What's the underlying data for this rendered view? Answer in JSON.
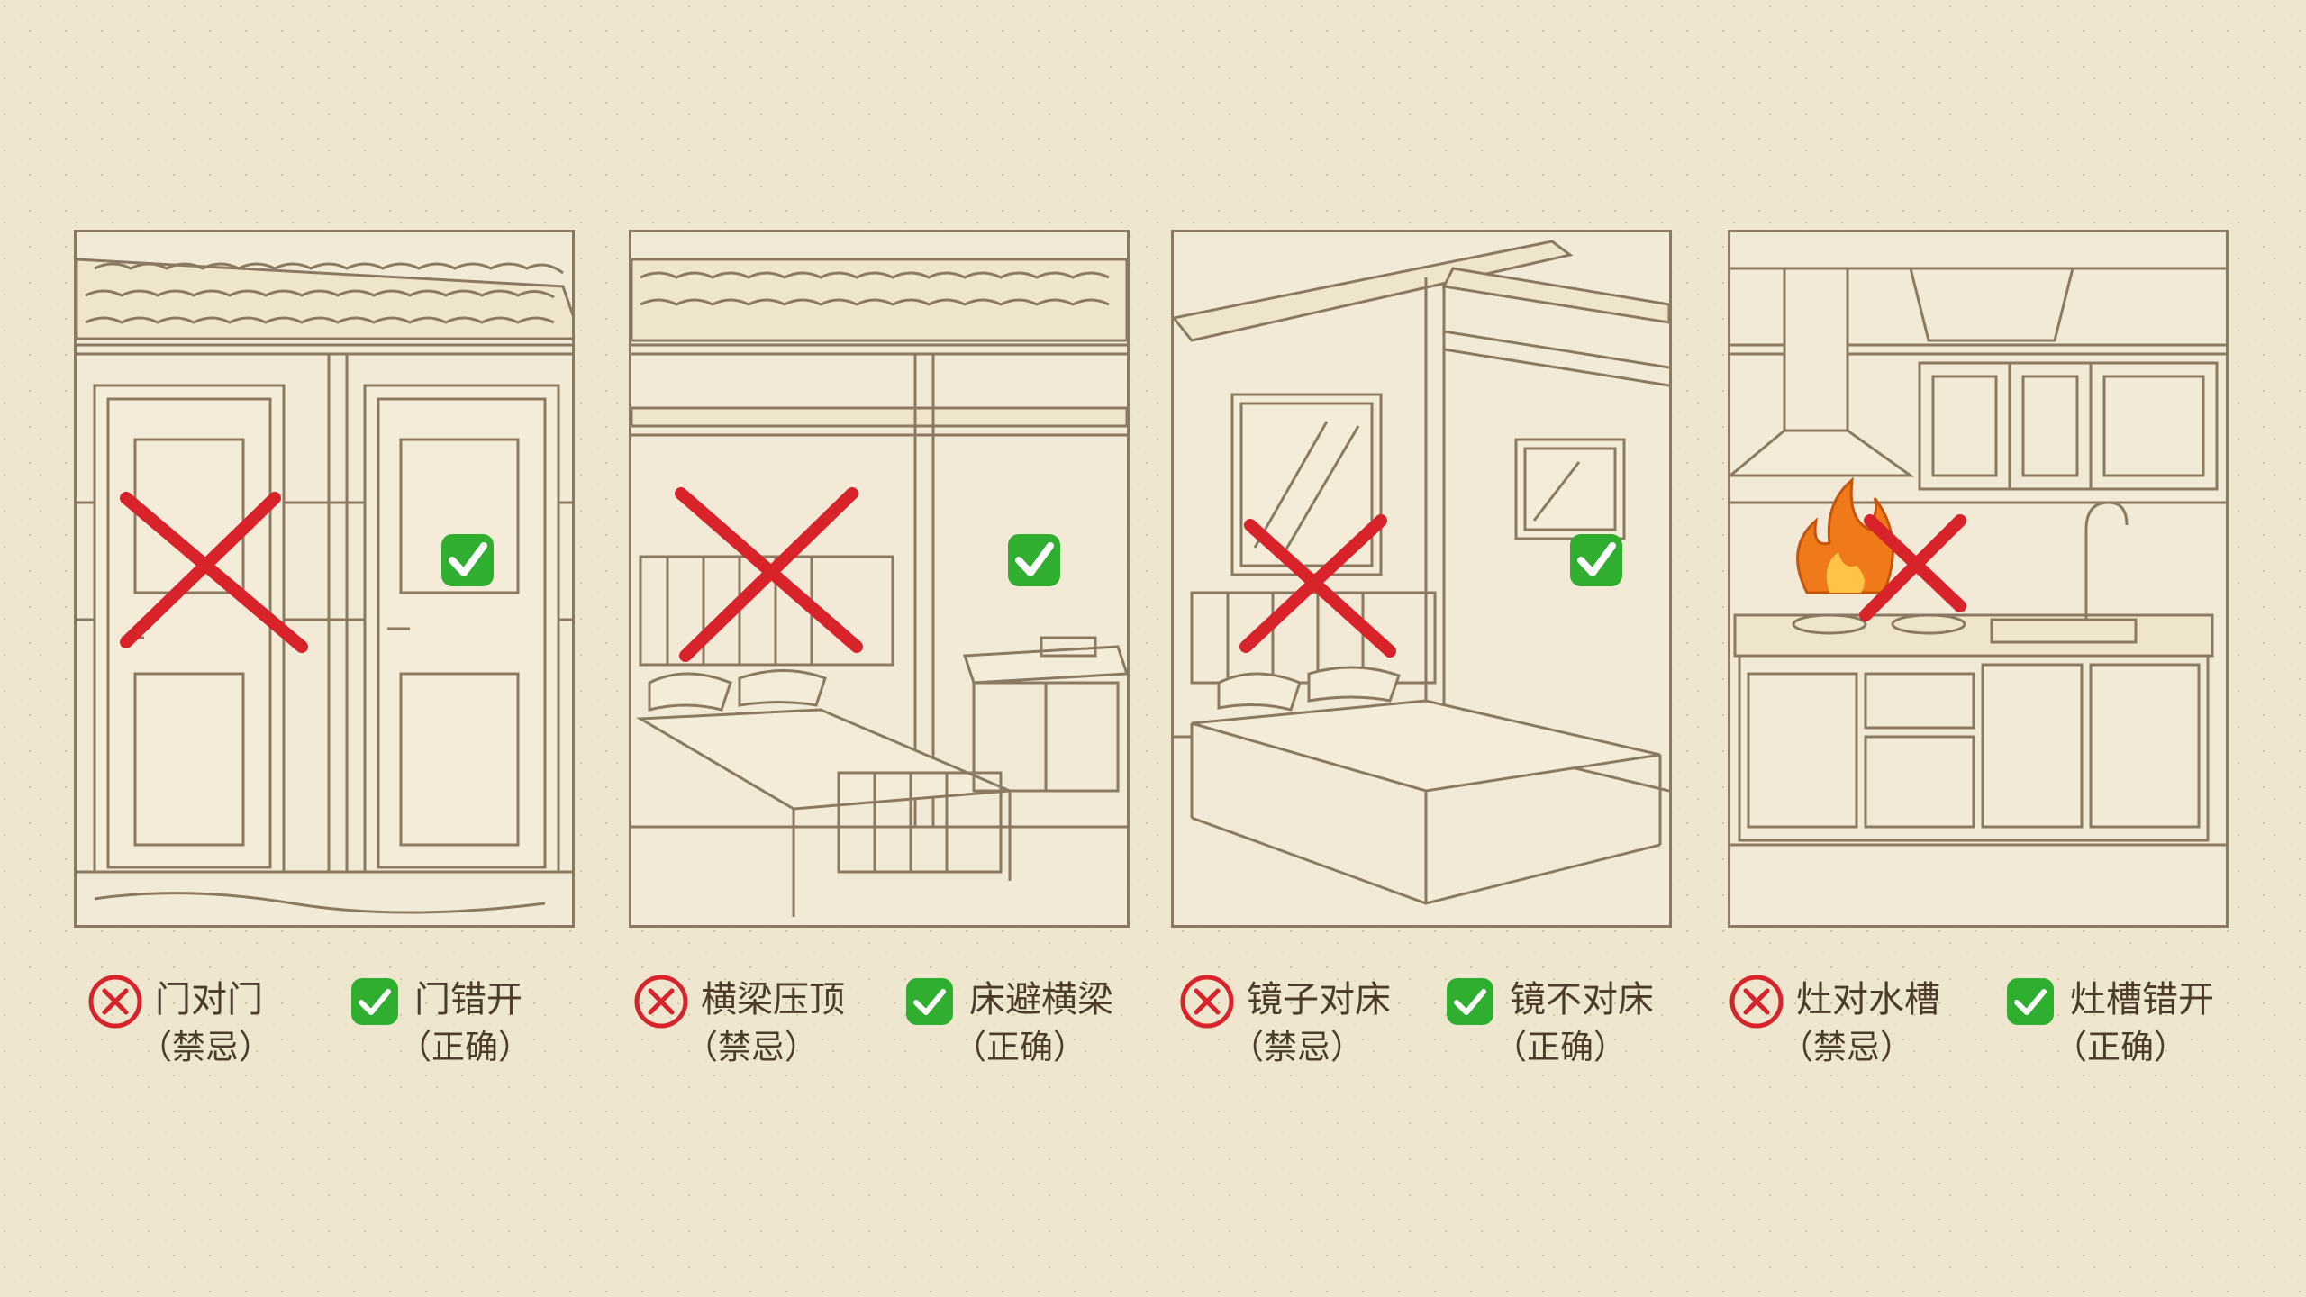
{
  "colors": {
    "background": "#efe6cf",
    "sketch": "#8a7a64",
    "forbidden": "#d8232a",
    "correct": "#2fae2f",
    "flame": "#f07a1a",
    "text": "#4b3c2c"
  },
  "panels": [
    {
      "scene": "doors",
      "forbidden": {
        "label": "门对门",
        "note": "（禁忌）",
        "icon": "cross-circle-icon"
      },
      "correct": {
        "label": "门错开",
        "note": "（正确）",
        "icon": "check-square-icon"
      }
    },
    {
      "scene": "bed-beam",
      "forbidden": {
        "label": "横梁压顶",
        "note": "（禁忌）",
        "icon": "cross-circle-icon"
      },
      "correct": {
        "label": "床避横梁",
        "note": "（正确）",
        "icon": "check-square-icon"
      }
    },
    {
      "scene": "mirror-bed",
      "forbidden": {
        "label": "镜子对床",
        "note": "（禁忌）",
        "icon": "cross-circle-icon"
      },
      "correct": {
        "label": "镜不对床",
        "note": "（正确）",
        "icon": "check-square-icon"
      }
    },
    {
      "scene": "kitchen",
      "forbidden": {
        "label": "灶对水槽",
        "note": "（禁忌）",
        "icon": "cross-circle-icon"
      },
      "correct": {
        "label": "灶槽错开",
        "note": "（正确）",
        "icon": "check-square-icon"
      }
    }
  ]
}
